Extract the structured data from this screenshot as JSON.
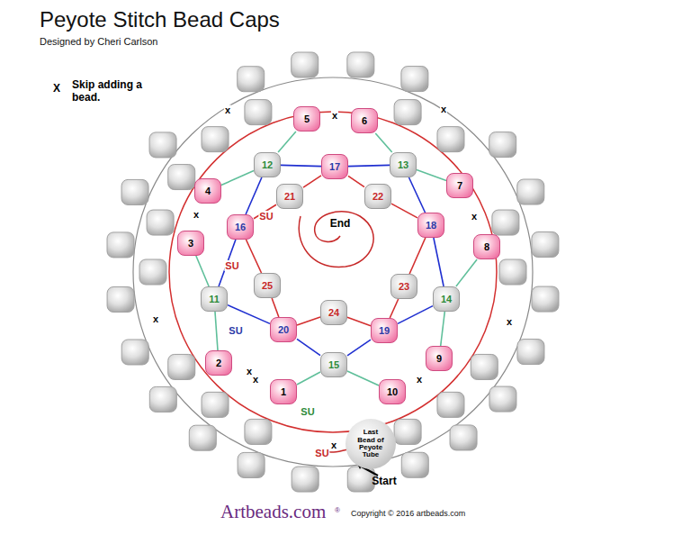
{
  "diagram": {
    "title": "Peyote Stitch Bead Caps",
    "nodes": [
      {
        "text": [
          "1"
        ]
      },
      {
        "text": [
          "2"
        ]
      },
      {
        "text": [
          "3"
        ]
      },
      {
        "text": [
          "4"
        ]
      },
      {
        "text": [
          "5"
        ]
      },
      {
        "text": [
          "6"
        ]
      },
      {
        "text": [
          "7"
        ]
      },
      {
        "text": [
          "8"
        ]
      },
      {
        "text": [
          "9"
        ]
      },
      {
        "text": [
          "10"
        ]
      },
      {
        "text": [
          "11"
        ]
      },
      {
        "text": [
          "12"
        ]
      },
      {
        "text": [
          "13"
        ]
      },
      {
        "text": [
          "14"
        ]
      },
      {
        "text": [
          "15"
        ]
      },
      {
        "text": [
          "16"
        ]
      },
      {
        "text": [
          "17"
        ]
      },
      {
        "text": [
          "18"
        ]
      },
      {
        "text": [
          "19"
        ]
      },
      {
        "text": [
          "20"
        ]
      },
      {
        "text": [
          "21"
        ]
      },
      {
        "text": [
          "22"
        ]
      },
      {
        "text": [
          "23"
        ]
      },
      {
        "text": [
          "24"
        ]
      },
      {
        "text": [
          "25"
        ]
      },
      {
        "text": [
          "Last Bead of Peyote Tube"
        ]
      }
    ],
    "edges": [
      {
        "from": 1,
        "to": 10,
        "arrow": "none"
      },
      {
        "from": 10,
        "to": 2,
        "arrow": "none"
      },
      {
        "from": 3,
        "to": 11,
        "arrow": "none"
      },
      {
        "from": 11,
        "to": 4,
        "arrow": "none"
      },
      {
        "from": 5,
        "to": 12,
        "arrow": "none"
      },
      {
        "from": 12,
        "to": 6,
        "arrow": "none"
      },
      {
        "from": 7,
        "to": 13,
        "arrow": "none"
      },
      {
        "from": 13,
        "to": 8,
        "arrow": "none"
      },
      {
        "from": 9,
        "to": 14,
        "arrow": "none"
      },
      {
        "from": 14,
        "to": 0,
        "arrow": "none"
      },
      {
        "from": 10,
        "to": 15,
        "arrow": "none"
      },
      {
        "from": 15,
        "to": 11,
        "arrow": "none"
      },
      {
        "from": 11,
        "to": 16,
        "arrow": "none"
      },
      {
        "from": 16,
        "to": 12,
        "arrow": "none"
      },
      {
        "from": 12,
        "to": 17,
        "arrow": "none"
      },
      {
        "from": 17,
        "to": 13,
        "arrow": "none"
      },
      {
        "from": 13,
        "to": 18,
        "arrow": "none"
      },
      {
        "from": 18,
        "to": 14,
        "arrow": "none"
      },
      {
        "from": 14,
        "to": 19,
        "arrow": "none"
      },
      {
        "from": 19,
        "to": 10,
        "arrow": "none"
      },
      {
        "from": 15,
        "to": 20,
        "arrow": "none"
      },
      {
        "from": 20,
        "to": 16,
        "arrow": "none"
      },
      {
        "from": 16,
        "to": 21,
        "arrow": "none"
      },
      {
        "from": 21,
        "to": 17,
        "arrow": "none"
      },
      {
        "from": 17,
        "to": 22,
        "arrow": "none"
      },
      {
        "from": 22,
        "to": 18,
        "arrow": "none"
      },
      {
        "from": 18,
        "to": 23,
        "arrow": "none"
      },
      {
        "from": 23,
        "to": 19,
        "arrow": "none"
      },
      {
        "from": 19,
        "to": 24,
        "arrow": "none"
      },
      {
        "from": 24,
        "to": 15,
        "arrow": "none"
      }
    ],
    "labels": [
      "Designed by Cheri Carlson",
      "X",
      "Skip adding a bead.",
      "x",
      "x",
      "x",
      "x",
      "x",
      "x",
      "x",
      "x",
      "x",
      "x",
      "x",
      "SU",
      "SU",
      "SU",
      "SU",
      "SU",
      "End",
      "Start",
      "Artbeads.com",
      "®",
      "Copyright © 2016 artbeads.com"
    ]
  }
}
